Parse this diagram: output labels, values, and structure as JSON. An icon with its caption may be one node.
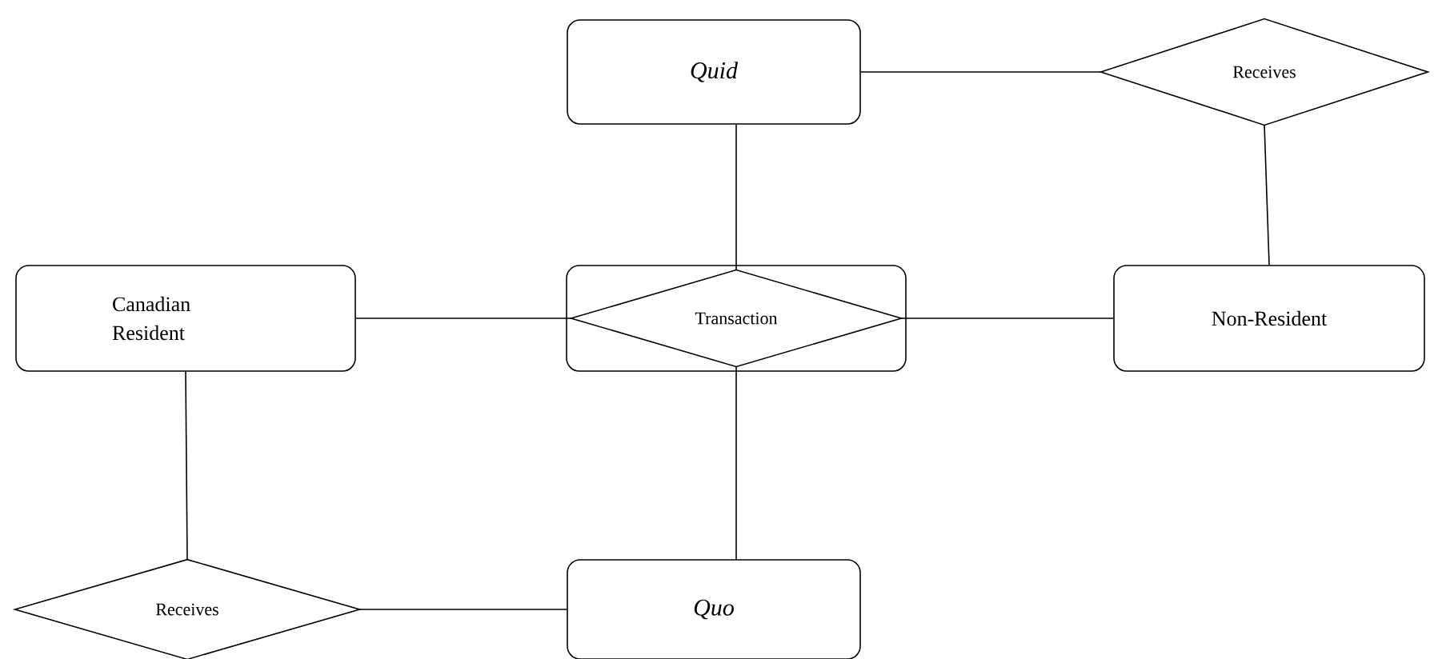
{
  "diagram": {
    "nodes": [
      {
        "text": [
          "Quid"
        ]
      },
      {
        "text": [
          "Receives"
        ]
      },
      {
        "text": [
          "Canadian Resident"
        ]
      },
      {
        "text": [],
        "shape": "box"
      },
      {
        "text": [
          "Transaction"
        ],
        "in": 3
      },
      {
        "text": [
          "Non-Resident"
        ]
      },
      {
        "text": [
          "Receives"
        ]
      },
      {
        "text": [
          "Quo"
        ]
      }
    ],
    "edges": [
      {
        "from": 0,
        "to": 1,
        "arrow": "none"
      },
      {
        "from": 0,
        "to": 4,
        "arrow": "none"
      },
      {
        "from": 1,
        "to": 5,
        "arrow": "none"
      },
      {
        "from": 2,
        "to": 4,
        "arrow": "none"
      },
      {
        "from": 4,
        "to": 5,
        "arrow": "none"
      },
      {
        "from": 2,
        "to": 6,
        "arrow": "none"
      },
      {
        "from": 4,
        "to": 7,
        "arrow": "none"
      },
      {
        "from": 6,
        "to": 7,
        "arrow": "none"
      }
    ]
  }
}
